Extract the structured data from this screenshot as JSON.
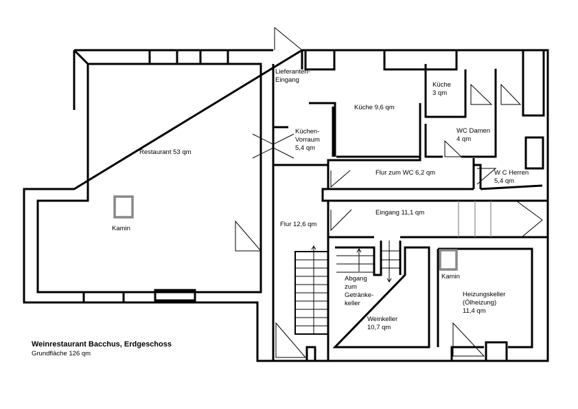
{
  "plan": {
    "title": "Weinrestaurant Bacchus, Erdgeschoss",
    "subtitle": "Grundfläche 126 qm",
    "rooms": {
      "restaurant": "Restaurant 53 qm",
      "kamin1": "Kamin",
      "lieferanten_1": "Lieferanten-",
      "lieferanten_2": "Eingang",
      "vorraum_1": "Küchen-",
      "vorraum_2": "Vorraum",
      "vorraum_3": "5,4 qm",
      "kueche": "Küche 9,6 qm",
      "kueche_small_1": "Küche",
      "kueche_small_2": "3 qm",
      "wc_damen_1": "WC Damen",
      "wc_damen_2": "4 qm",
      "wc_herren_1": "W C Herren",
      "wc_herren_2": "5,4 qm",
      "flur_wc": "Flur zum WC 6,2 qm",
      "eingang": "Eingang 11,1 qm",
      "flur": "Flur 12,6 qm",
      "abgang_1": "Abgang",
      "abgang_2": "zum",
      "abgang_3": "Getränke-",
      "abgang_4": "keller",
      "weinkeller_1": "Weinkeller",
      "weinkeller_2": "10,7 qm",
      "kamin2": "Kamin",
      "heizung_1": "Heizungskeller",
      "heizung_2": "(Ölheizung)",
      "heizung_3": "11,4 qm"
    }
  }
}
